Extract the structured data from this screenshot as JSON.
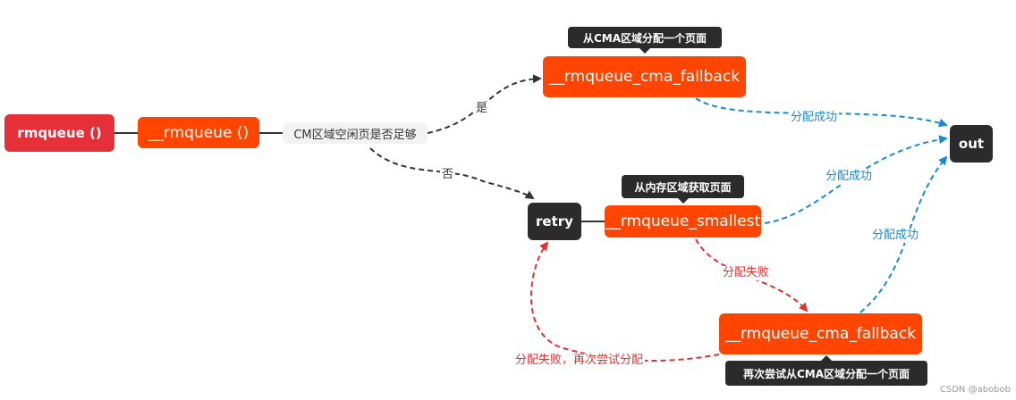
{
  "nodes": {
    "rmqueue": "rmqueue  ()",
    "__rmqueue": "__rmqueue  ()",
    "condition": "CM区域空闲页是否足够",
    "cma_fallback_top": "__rmqueue_cma_fallback",
    "retry": "retry",
    "smallest": "__rmqueue_smallest",
    "cma_fallback_bottom": "__rmqueue_cma_fallback",
    "out": "out"
  },
  "tooltips": {
    "cma_top": "从CMA区域分配一个页面",
    "smallest": "从内存区域获取页面",
    "cma_bottom": "再次尝试从CMA区域分配一个页面"
  },
  "edge_labels": {
    "yes": "是",
    "no": "否",
    "success_1": "分配成功",
    "success_2": "分配成功",
    "success_3": "分配成功",
    "fail_1": "分配失败",
    "fail_retry": "分配失败，再次尝试分配"
  },
  "watermark": "CSDN @abobob",
  "colors": {
    "red_node": "#e5303a",
    "orange_node": "#ff4500",
    "dark_node": "#2b2b2b",
    "edge_black": "#333333",
    "edge_blue": "#1a8ad0",
    "edge_red": "#e03131"
  }
}
